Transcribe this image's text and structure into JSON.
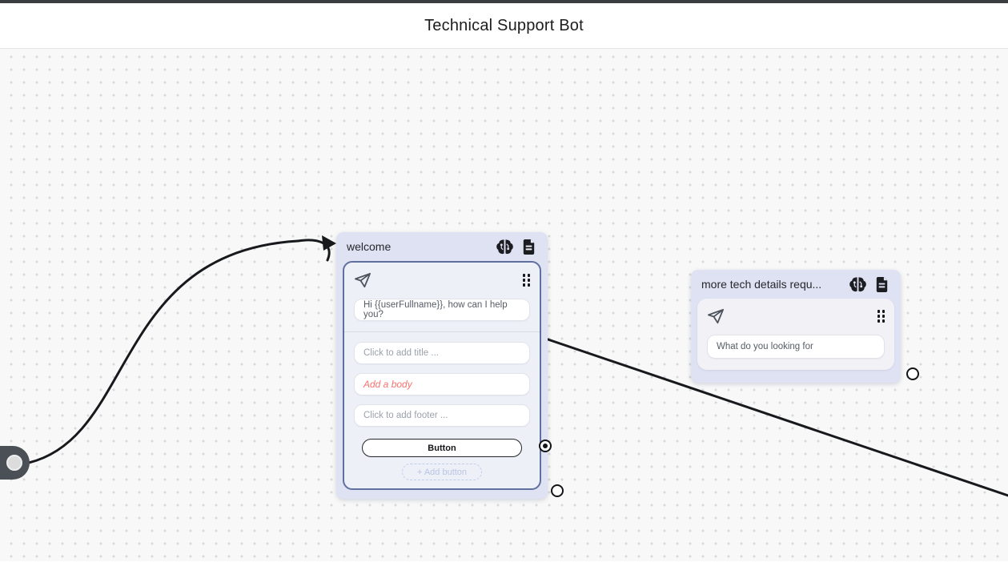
{
  "app": {
    "title": "Technical Support Bot"
  },
  "flow": {
    "nodes": [
      {
        "title": "welcome",
        "icons": [
          "brain-icon",
          "document-icon"
        ],
        "card": {
          "type_icon": "send-icon",
          "message_value": "Hi {{userFullname}}, how can I help you?",
          "title_placeholder": "Click to add title ...",
          "body_placeholder": "Add a body",
          "footer_placeholder": "Click to add footer ...",
          "buttons": [
            {
              "label": "Button"
            }
          ],
          "add_button_label": "+ Add button"
        }
      },
      {
        "title": "more tech details requ...",
        "icons": [
          "brain-icon",
          "document-icon"
        ],
        "card": {
          "type_icon": "send-icon",
          "message_value": "What do you looking for"
        }
      }
    ],
    "edges": [
      {
        "from": "start-port",
        "to": "welcome-node"
      },
      {
        "from": "welcome-node",
        "to": "offscreen-right"
      }
    ]
  },
  "colors": {
    "node_bg": "#dee2f3",
    "card_bg": "#eef0f8",
    "selected_card_border": "#5f6f9e",
    "error_text": "#f8736e",
    "placeholder_text": "#9ba1ab",
    "add_button_text": "#b9c4e2",
    "edge_stroke": "#17191c",
    "canvas_bg": "#f8f8f8",
    "canvas_dot": "#d9d9d9",
    "start_port_bg": "#4a5055"
  }
}
